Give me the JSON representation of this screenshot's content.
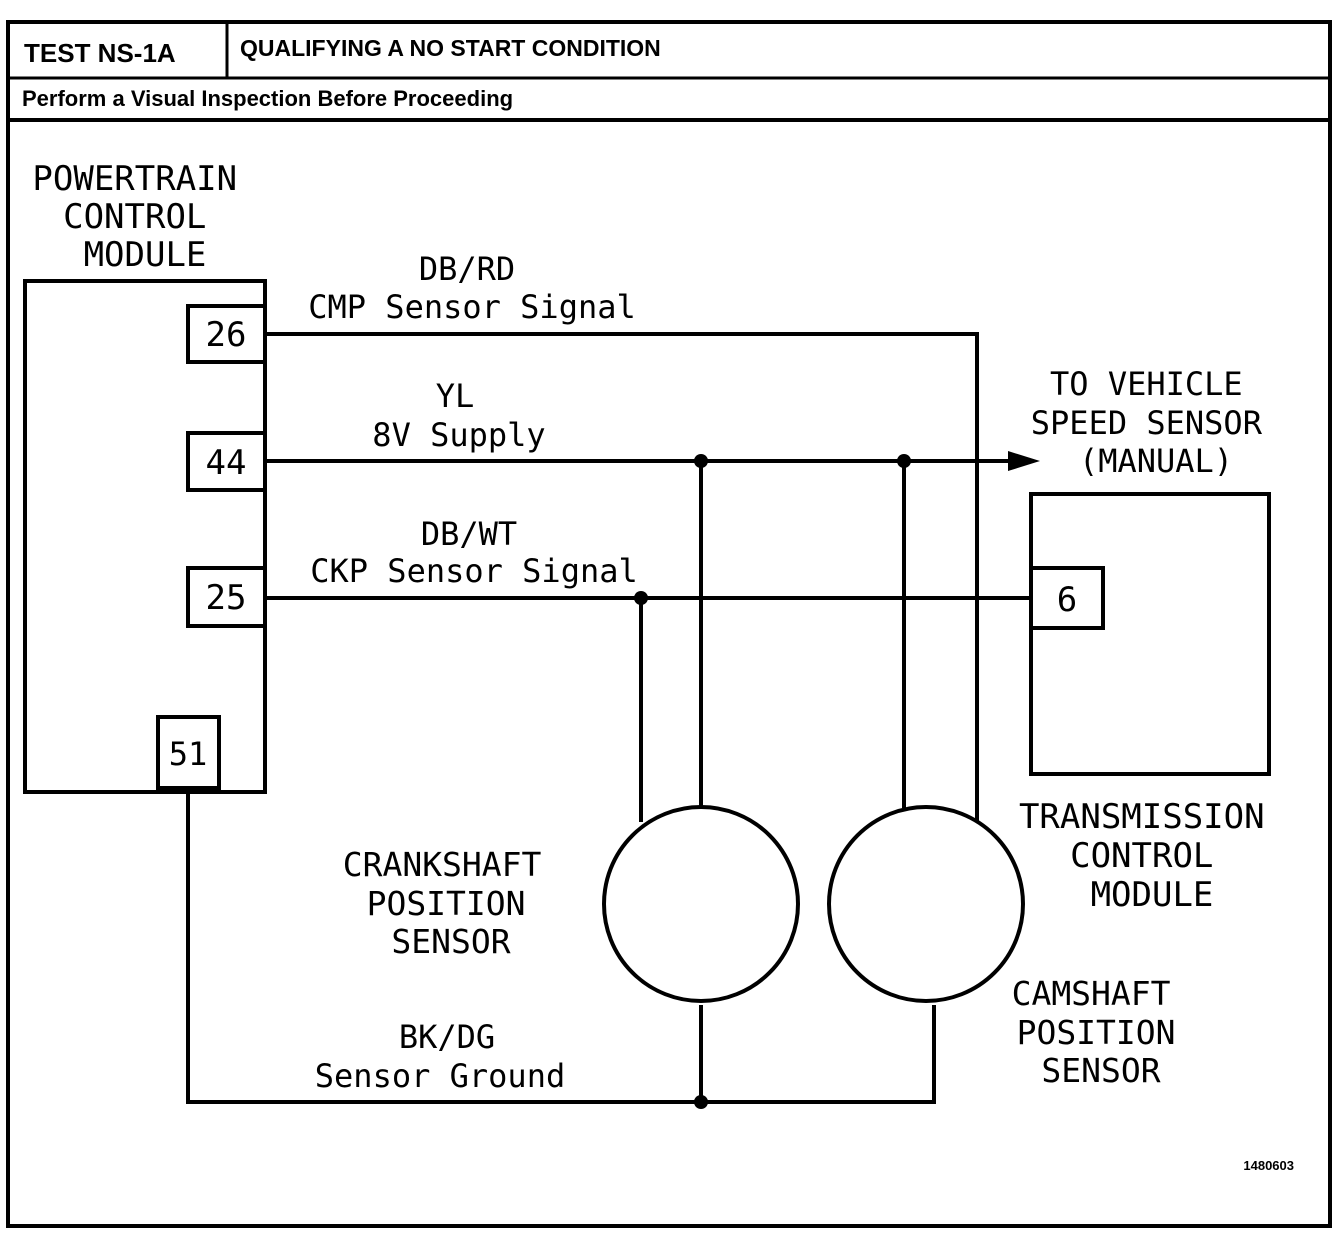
{
  "header": {
    "test_id": "TEST NS-1A",
    "title": "QUALIFYING A NO START CONDITION",
    "subtitle": "Perform a Visual Inspection Before Proceeding"
  },
  "pcm": {
    "label_lines": [
      "POWERTRAIN",
      "CONTROL",
      "MODULE"
    ],
    "pins": [
      "26",
      "44",
      "25",
      "51"
    ]
  },
  "tcm": {
    "label_lines": [
      "TRANSMISSION",
      "CONTROL",
      "MODULE"
    ],
    "pin": "6"
  },
  "wires": {
    "cmp": {
      "color": "DB/RD",
      "name": "CMP Sensor Signal"
    },
    "supply": {
      "color": "YL",
      "name": "8V Supply"
    },
    "ckp": {
      "color": "DB/WT",
      "name": "CKP Sensor Signal"
    },
    "ground": {
      "color": "BK/DG",
      "name": "Sensor Ground"
    }
  },
  "vss_label_lines": [
    "TO VEHICLE",
    "SPEED SENSOR",
    "(MANUAL)"
  ],
  "crank_sensor_lines": [
    "CRANKSHAFT",
    "POSITION",
    "SENSOR"
  ],
  "cam_sensor_lines": [
    "CAMSHAFT",
    "POSITION",
    "SENSOR"
  ],
  "figure_id": "1480603"
}
